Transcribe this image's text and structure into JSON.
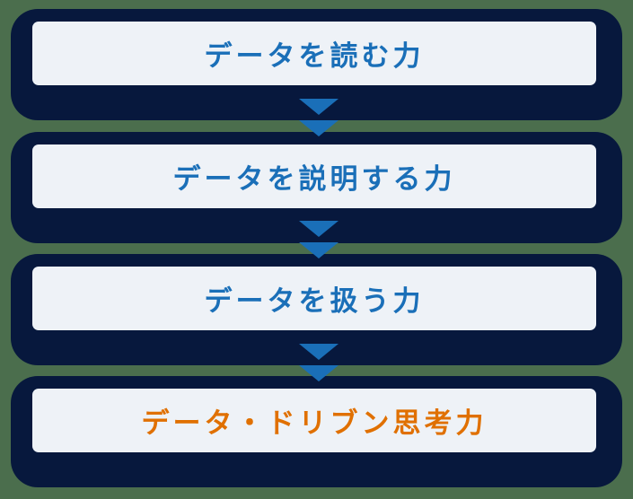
{
  "colors": {
    "background": "#4b6e4d",
    "card_frame": "#07183d",
    "card_fill": "#eef2f7",
    "text_primary": "#1a6fb8",
    "text_highlight": "#e07000",
    "arrow": "#1a6fb8"
  },
  "steps": [
    {
      "label": "データを読む力",
      "highlight": false
    },
    {
      "label": "データを説明する力",
      "highlight": false
    },
    {
      "label": "データを扱う力",
      "highlight": false
    },
    {
      "label": "データ・ドリブン思考力",
      "highlight": true
    }
  ],
  "connectors": [
    {
      "icon": "double-down-arrow-icon",
      "from": 0,
      "to": 1
    },
    {
      "icon": "double-down-arrow-icon",
      "from": 1,
      "to": 2
    },
    {
      "icon": "double-down-arrow-icon",
      "from": 2,
      "to": 3
    }
  ]
}
